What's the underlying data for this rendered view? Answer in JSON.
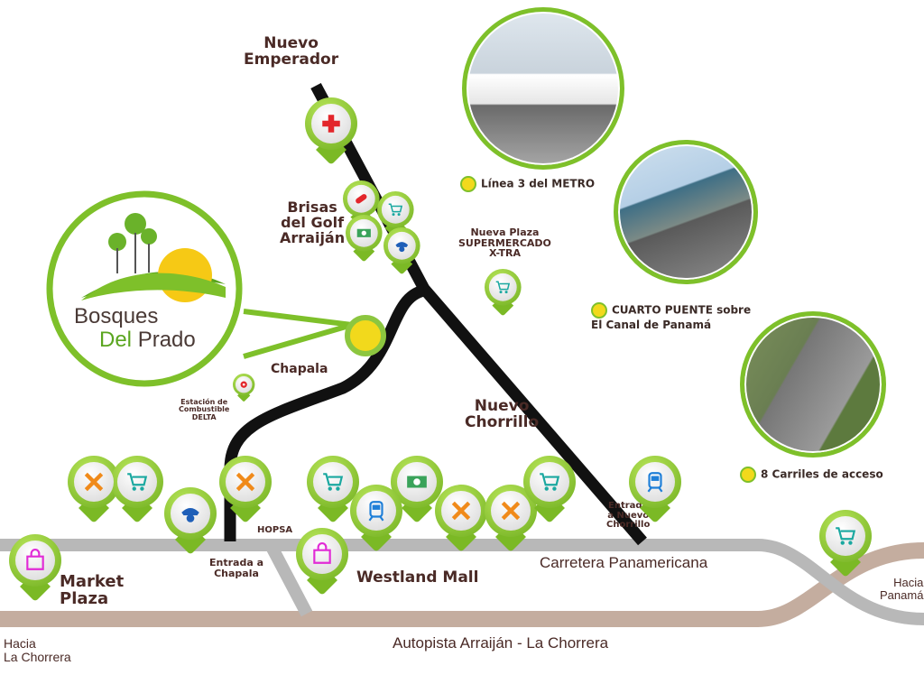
{
  "places": {
    "nuevo_emperador": "Nuevo\nEmperador",
    "brisas": "Brisas\ndel Golf\nArraiján",
    "nueva_plaza": "Nueva Plaza\nSUPERMERCADO\nX-TRA",
    "chapala": "Chapala",
    "delta": "Estación de\nCombustible\nDELTA",
    "nuevo_chorrillo": "Nuevo\nChorrillo",
    "hopsa": "HOPSA",
    "entrada_chapala": "Entrada a\nChapala",
    "market_plaza": "Market\nPlaza",
    "westland": "Westland Mall",
    "entrada_chorrillo": "Entrada\na Nuevo\nChorrillo",
    "panamericana": "Carretera Panamericana",
    "autopista": "Autopista Arraiján - La Chorrera",
    "hacia_chorrera": "Hacia\nLa Chorrera",
    "hacia_panama": "Hacia\nPanamá"
  },
  "logo": {
    "line1": "Bosques",
    "line2a": "Del",
    "line2b": "Prado"
  },
  "features": [
    {
      "label": "Línea 3 del METRO"
    },
    {
      "label": "CUARTO PUENTE sobre\nEl Canal de Panamá"
    },
    {
      "label": "8 Carriles de acceso"
    }
  ],
  "colors": {
    "green": "#7ec02a",
    "brown": "#4a2a26",
    "road_gray": "#b8b8b8",
    "road_beige": "#c4ad9f"
  }
}
